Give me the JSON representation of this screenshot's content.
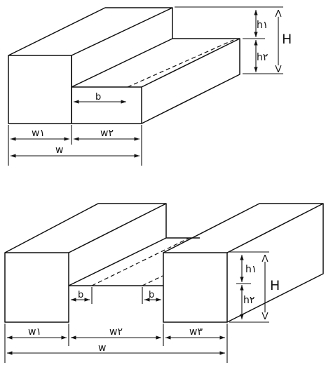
{
  "colors": {
    "ink": "#111111",
    "paper": "#ffffff"
  },
  "figure_top": {
    "labels": {
      "h1": "h١",
      "h2": "h٢",
      "H": "H",
      "b": "b",
      "w1": "w١",
      "w2": "w٢",
      "w": "w"
    }
  },
  "figure_bottom": {
    "labels": {
      "h1": "h١",
      "h2": "h٢",
      "H": "H",
      "b_left": "b",
      "b_right": "b",
      "w1": "w١",
      "w2": "w٢",
      "w3": "w٣",
      "w": "w"
    }
  }
}
